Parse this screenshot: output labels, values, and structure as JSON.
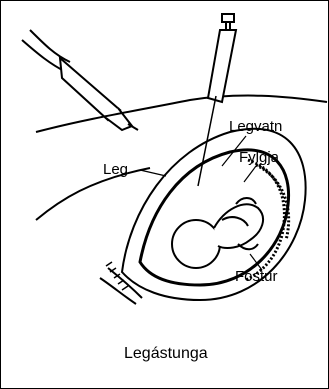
{
  "labels": {
    "leg": "Leg",
    "legvatn": "Legvatn",
    "fylgja": "Fylgja",
    "fostur": "Fóstur"
  },
  "caption": "Legástunga",
  "colors": {
    "ink": "#000000",
    "background": "#ffffff",
    "frame": "#000000"
  },
  "icons": [
    "ultrasound-probe-icon",
    "syringe-icon"
  ]
}
